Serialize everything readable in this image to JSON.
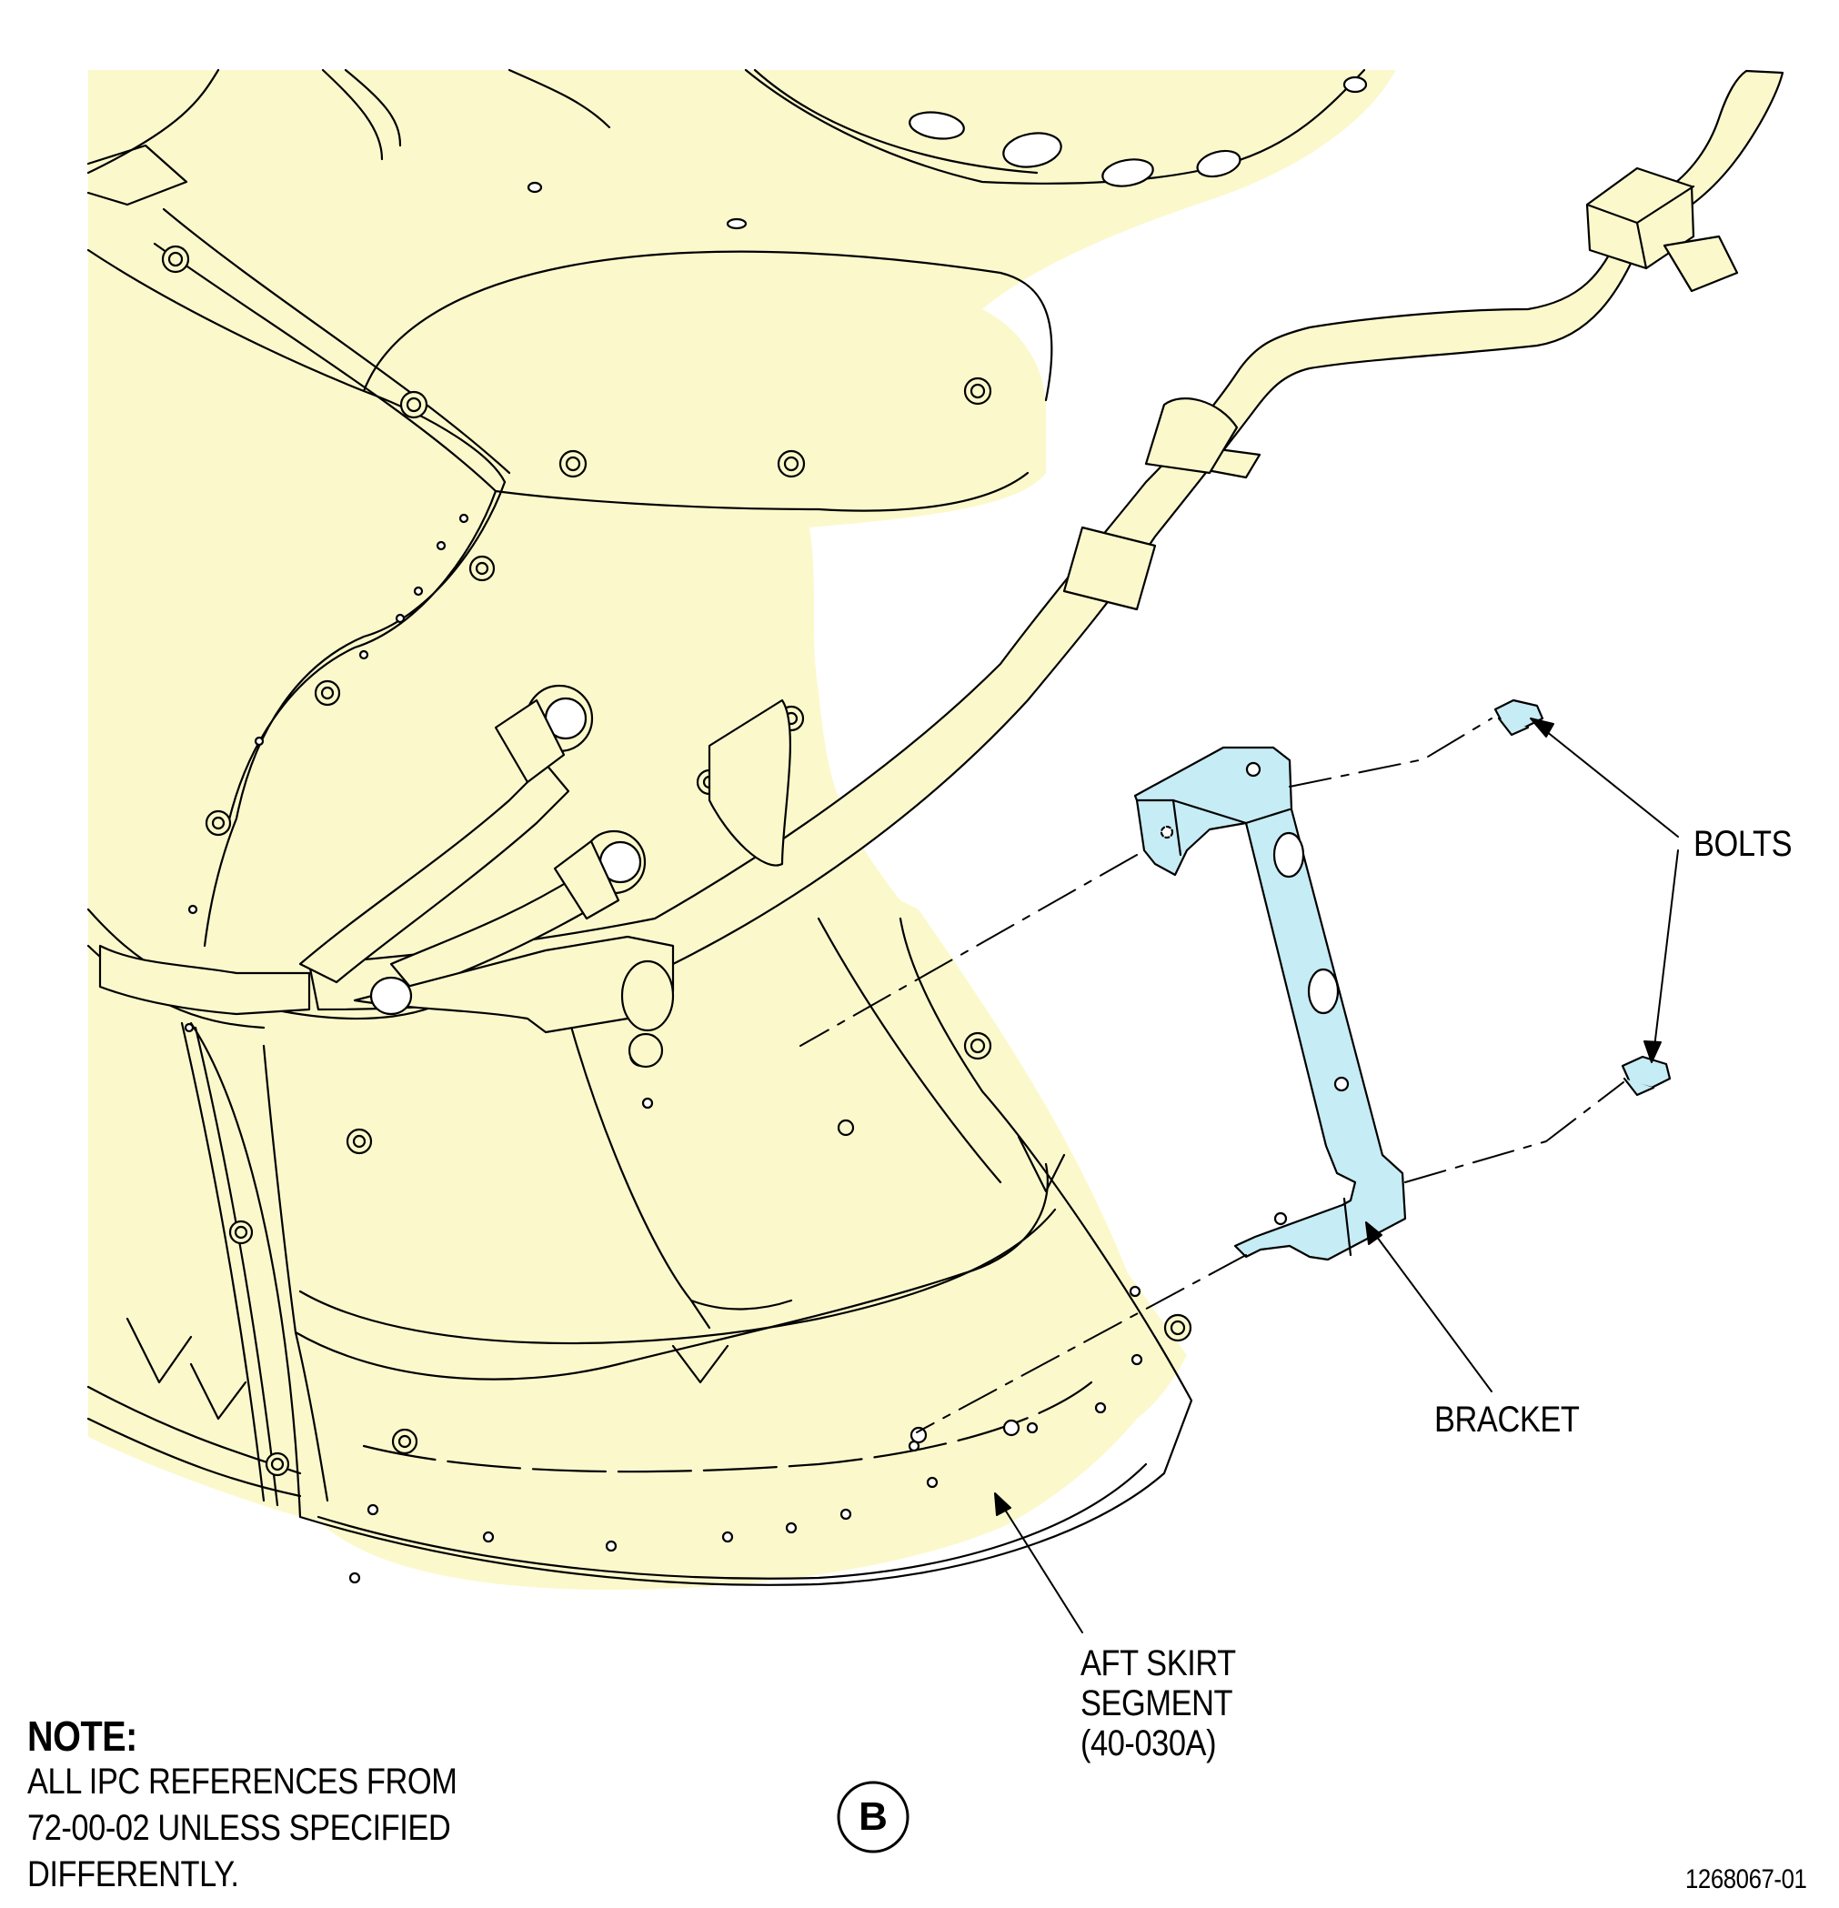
{
  "note": {
    "heading": "NOTE:",
    "lines": [
      "ALL IPC REFERENCES FROM",
      "72-00-02 UNLESS SPECIFIED",
      "DIFFERENTLY."
    ]
  },
  "callouts": {
    "bolts": "BOLTS",
    "bracket": "BRACKET",
    "aft_skirt": [
      "AFT SKIRT",
      "SEGMENT",
      "(40-030A)"
    ]
  },
  "view_reference": "B",
  "figure_number": "1268067-01",
  "colors": {
    "engine_fill": "#fbf9cc",
    "highlight_part": "#c6ecf5",
    "line": "#000000"
  }
}
